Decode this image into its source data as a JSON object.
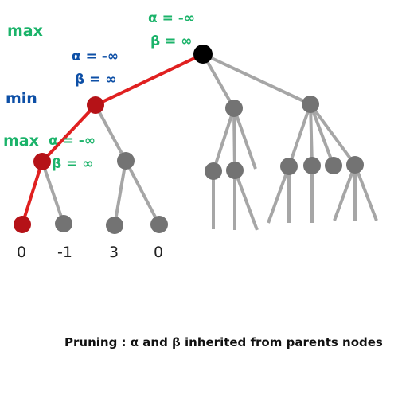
{
  "colors": {
    "green": "#1bb36a",
    "blue": "#0d4fa6",
    "red": "#e02020",
    "dark_red": "#b51217",
    "gray_node": "#737373",
    "gray_edge": "#a6a6a6",
    "black": "#000000"
  },
  "levels": {
    "max_top": "max",
    "min": "min",
    "max_low": "max"
  },
  "annotations": {
    "root": {
      "alpha": "α = -∞",
      "beta": "β = ∞"
    },
    "min_node": {
      "alpha": "α = -∞",
      "beta": "β = ∞"
    },
    "max_node": {
      "alpha": "α = -∞",
      "beta": "β = ∞"
    }
  },
  "leaf_values": [
    "0",
    "-1",
    "3",
    "0"
  ],
  "caption": "Pruning : α and β inherited from parents nodes"
}
